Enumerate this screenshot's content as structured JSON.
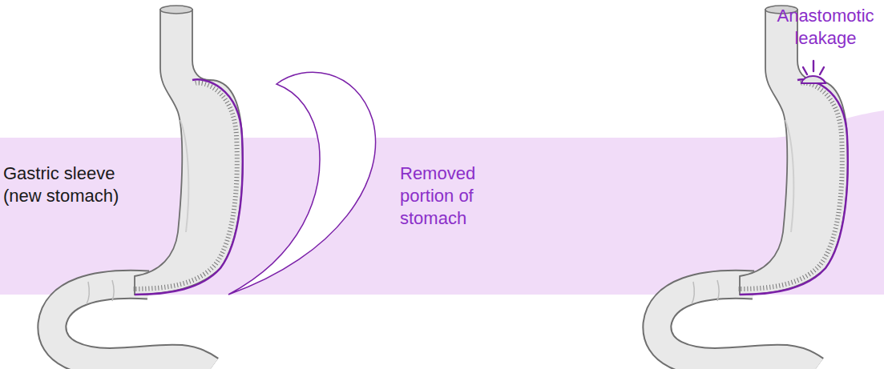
{
  "diagram": {
    "labels": [
      "Gastric sleeve (new stomach)",
      "Removed portion of stomach",
      "Anastomotic leakage"
    ]
  }
}
